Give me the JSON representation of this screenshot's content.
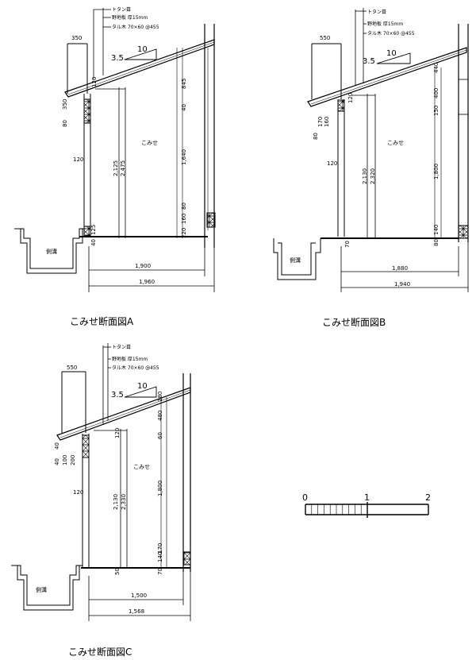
{
  "sections": [
    {
      "id": "A",
      "caption": "こみせ断面図A",
      "roof_notes": [
        "トタン葺",
        "野地板 厚15mm",
        "タル木 70×60 @455"
      ],
      "slope": {
        "rise": "3.5",
        "run": "10"
      },
      "room": "こみせ",
      "ditch": "側溝",
      "dims_h": {
        "eave": "350",
        "inner": "1,900",
        "outer": "1,960"
      },
      "dims_v": {
        "eave_drop": "350",
        "gutter": "80",
        "post": "120",
        "beam": "120",
        "ceil_inner": "2,125",
        "ceil_outer": "2,475",
        "wall_top": "845",
        "wall_a": "40",
        "wall_mid": "1,640",
        "wall_b": "80",
        "wall_c": "160",
        "wall_base": "220",
        "post_base": "40",
        "post_foot": "125"
      }
    },
    {
      "id": "B",
      "caption": "こみせ断面図B",
      "roof_notes": [
        "トタン葺",
        "野地板 厚15mm",
        "タル木 70×60 @455"
      ],
      "slope": {
        "rise": "3.5",
        "run": "10"
      },
      "room": "こみせ",
      "ditch": "側溝",
      "dims_h": {
        "eave": "550",
        "inner": "1,880",
        "outer": "1,940"
      },
      "dims_v": {
        "eave_drop": "170",
        "eave_b": "160",
        "gutter": "80",
        "post": "120",
        "beam": "120",
        "ceil_inner": "2,130",
        "ceil_outer": "2,320",
        "wall_top": "440",
        "wall_a": "400",
        "wall_b": "150",
        "wall_mid": "1,800",
        "wall_c": "140",
        "wall_base": "80",
        "post_base": "70"
      }
    },
    {
      "id": "C",
      "caption": "こみせ断面図C",
      "roof_notes": [
        "トタン葺",
        "野地板 厚15mm",
        "タル木 70×60 @455"
      ],
      "slope": {
        "rise": "3.5",
        "run": "10"
      },
      "room": "こみせ",
      "ditch": "側溝",
      "dims_h": {
        "eave": "550",
        "inner": "1,500",
        "outer": "1,568"
      },
      "dims_v": {
        "eave_a": "40",
        "eave_b": "40",
        "eave_c": "100",
        "eave_d": "200",
        "post": "120",
        "beam": "120",
        "ceil_inner": "2,130",
        "ceil_outer": "2,330",
        "wall_top": "180",
        "wall_a": "480",
        "wall_b": "60",
        "wall_mid": "1,800",
        "wall_c": "170",
        "wall_d": "140",
        "wall_base": "70",
        "post_base": "50"
      }
    }
  ],
  "scale": {
    "ticks": [
      "0",
      "1",
      "2"
    ]
  }
}
